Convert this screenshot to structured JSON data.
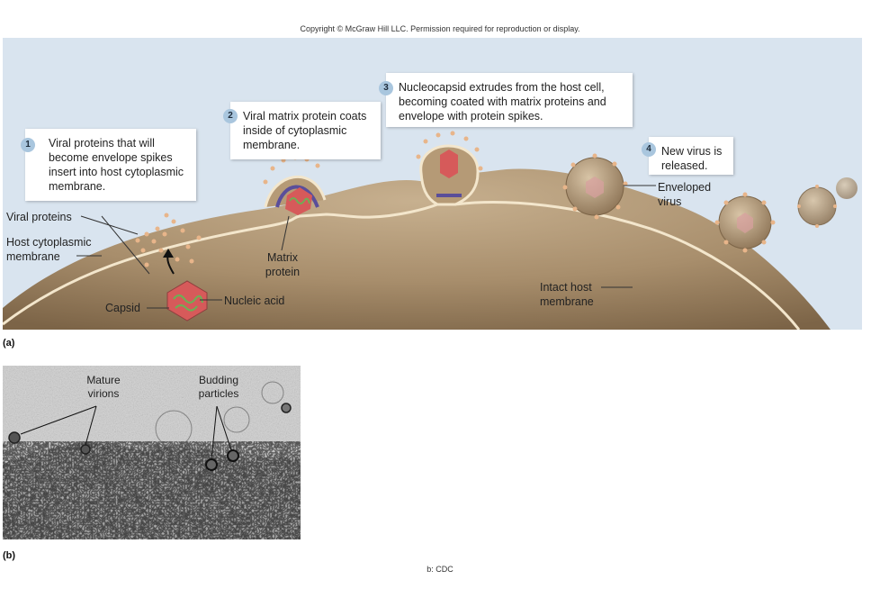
{
  "header": {
    "copyright": "Copyright © McGraw Hill LLC. Permission required for reproduction or display."
  },
  "steps": [
    {
      "number": "1",
      "text": "Viral proteins that will become envelope spikes insert into host cytoplasmic membrane."
    },
    {
      "number": "2",
      "text": "Viral matrix protein coats inside of cytoplasmic membrane."
    },
    {
      "number": "3",
      "text": "Nucleocapsid extrudes from the host cell, becoming coated with matrix proteins and envelope with protein spikes."
    },
    {
      "number": "4",
      "text": "New virus is released."
    }
  ],
  "labels": {
    "viral_proteins": "Viral proteins",
    "host_membrane": "Host cytoplasmic membrane",
    "capsid": "Capsid",
    "nucleic_acid": "Nucleic acid",
    "matrix_protein": "Matrix protein",
    "intact_membrane": "Intact host membrane",
    "enveloped_virus": "Enveloped virus"
  },
  "panel_a_label": "(a)",
  "panel_b": {
    "label": "(b)",
    "mature_virions": "Mature virions",
    "budding_particles": "Budding particles"
  },
  "credit": "b: CDC",
  "colors": {
    "background": "#d9e4ef",
    "cell": "#a88e6c",
    "membrane": "#f3e6cc",
    "callout_number": "#a9c6de",
    "capsid": "#d65a5a",
    "matrix": "#5a4e9a",
    "nucleic_acid": "#6fae55"
  }
}
